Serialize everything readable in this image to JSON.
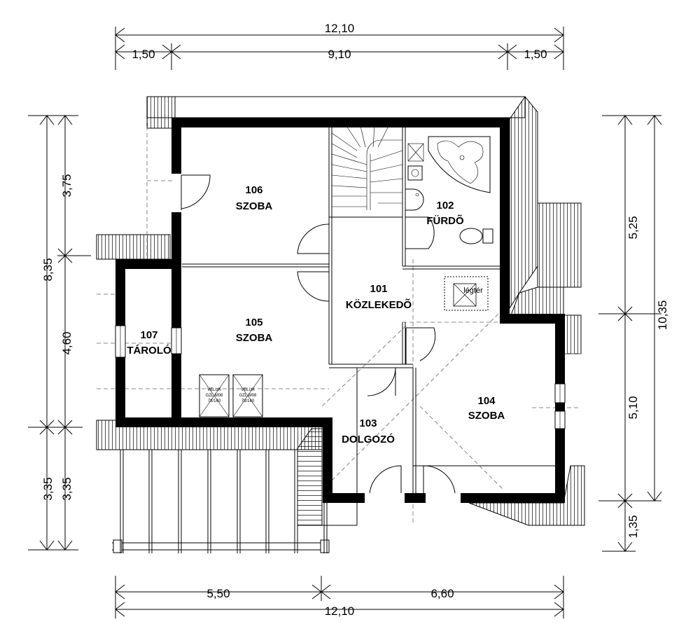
{
  "plan": {
    "dimensions_top": {
      "total": "12,10",
      "left_overhang": "1,50",
      "middle": "9,10",
      "right_overhang": "1,50"
    },
    "dimensions_bottom": {
      "left": "5,50",
      "right": "6,60",
      "total": "12,10"
    },
    "dimensions_left_outer": {
      "upper": "8,35",
      "lower": "3,35"
    },
    "dimensions_left_inner": {
      "top": "3,75",
      "middle": "4,60",
      "bottom": "3,35"
    },
    "dimensions_right_inner": {
      "top": "5,25",
      "middle": "5,10",
      "bottom": "1,35"
    },
    "dimensions_right_outer": {
      "total": "10,35"
    },
    "rooms": [
      {
        "number": "106",
        "name": "SZOBA"
      },
      {
        "number": "102",
        "name": "FÜRDÕ"
      },
      {
        "number": "101",
        "name": "KÖZLEKEDÕ"
      },
      {
        "number": "105",
        "name": "SZOBA"
      },
      {
        "number": "107",
        "name": "TÁROLÓ"
      },
      {
        "number": "104",
        "name": "SZOBA"
      },
      {
        "number": "103",
        "name": "DOLGOZÓ"
      }
    ],
    "annotations": {
      "shaft": "légtér",
      "velux_name": "VELUX",
      "velux_model": "GZL M08",
      "velux_size": "78/140"
    }
  }
}
